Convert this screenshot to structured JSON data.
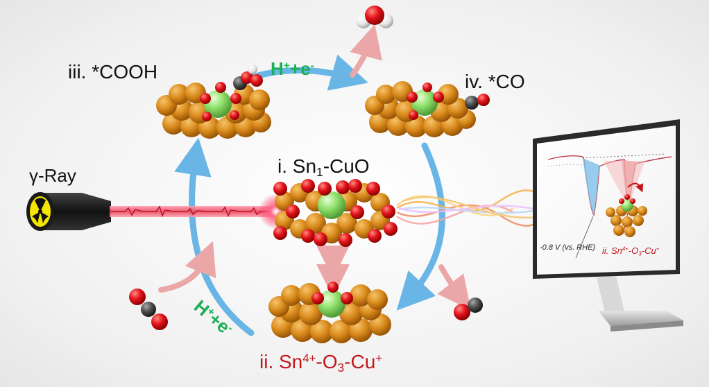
{
  "labels": {
    "gamma_ray": "γ-Ray",
    "state_i": {
      "prefix": "i. Sn",
      "sub": "1",
      "suffix": "-CuO"
    },
    "state_iii": "iii. *COOH",
    "state_iv": "iv. *CO",
    "state_ii": {
      "prefix": "ii. Sn",
      "sup1": "4+",
      "mid1": "-O",
      "sub": "3",
      "mid2": "-Cu",
      "sup2": "+"
    },
    "proton_electron_top": {
      "h": "H",
      "sup": "+",
      "rest": "+e",
      "sup2": "-"
    },
    "proton_electron_bottom": {
      "h": "H",
      "sup": "+",
      "rest": "+e",
      "sup2": "-"
    }
  },
  "monitor": {
    "potential_label": "-0.8 V (vs. RHE)",
    "state_label": {
      "prefix": "ii. Sn",
      "sup1": "4+",
      "mid1": "-O",
      "sub": "3",
      "mid2": "-Cu",
      "sup2": "+"
    }
  },
  "colors": {
    "cycle_arrow": "#69b6e6",
    "side_arrow": "#eba7a7",
    "copper_atom": "#d98a1c",
    "oxygen_atom": "#e3141c",
    "tin_atom": "#8ee06a",
    "carbon_atom": "#4a4a4a",
    "hydrogen_atom": "#f2f2f2",
    "state_ii_label": "#c3161c",
    "proton_label": "#1bb055"
  }
}
